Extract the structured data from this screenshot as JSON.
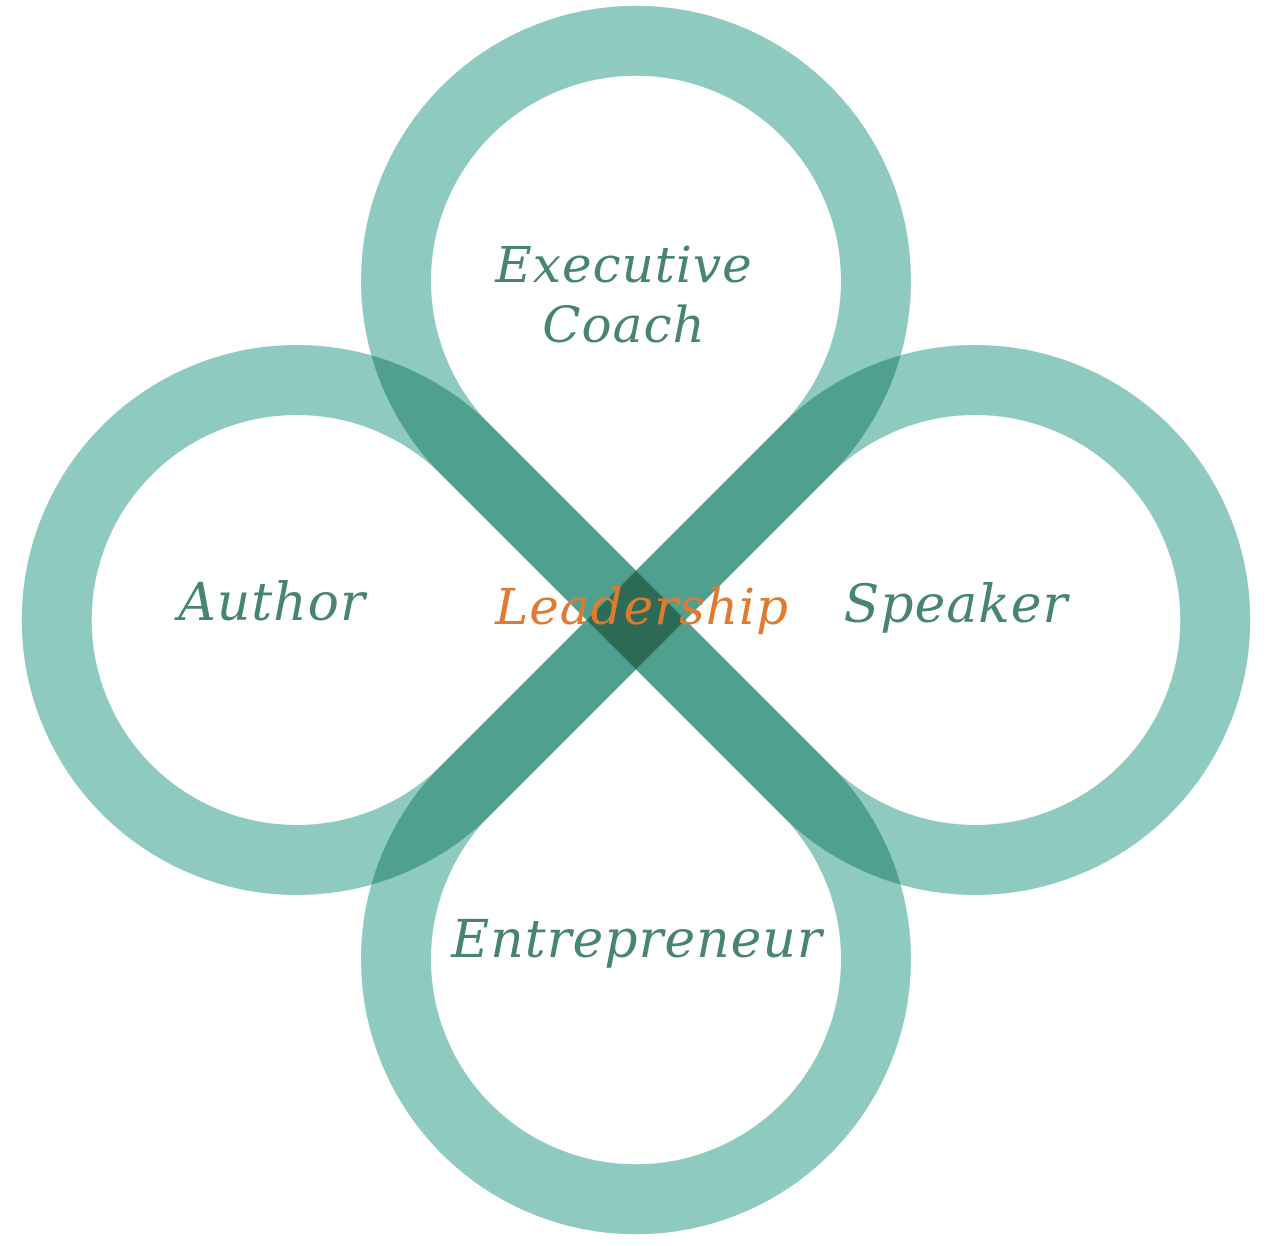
{
  "diagram": {
    "center": {
      "label": "Leadership",
      "color": "#e07a30"
    },
    "ring_color": "#8fcac0",
    "label_color": "#478474",
    "loops": [
      {
        "id": "top",
        "label": "Executive\nCoach"
      },
      {
        "id": "left",
        "label": "Author"
      },
      {
        "id": "right",
        "label": "Speaker"
      },
      {
        "id": "bottom",
        "label": "Entrepreneur"
      }
    ]
  }
}
